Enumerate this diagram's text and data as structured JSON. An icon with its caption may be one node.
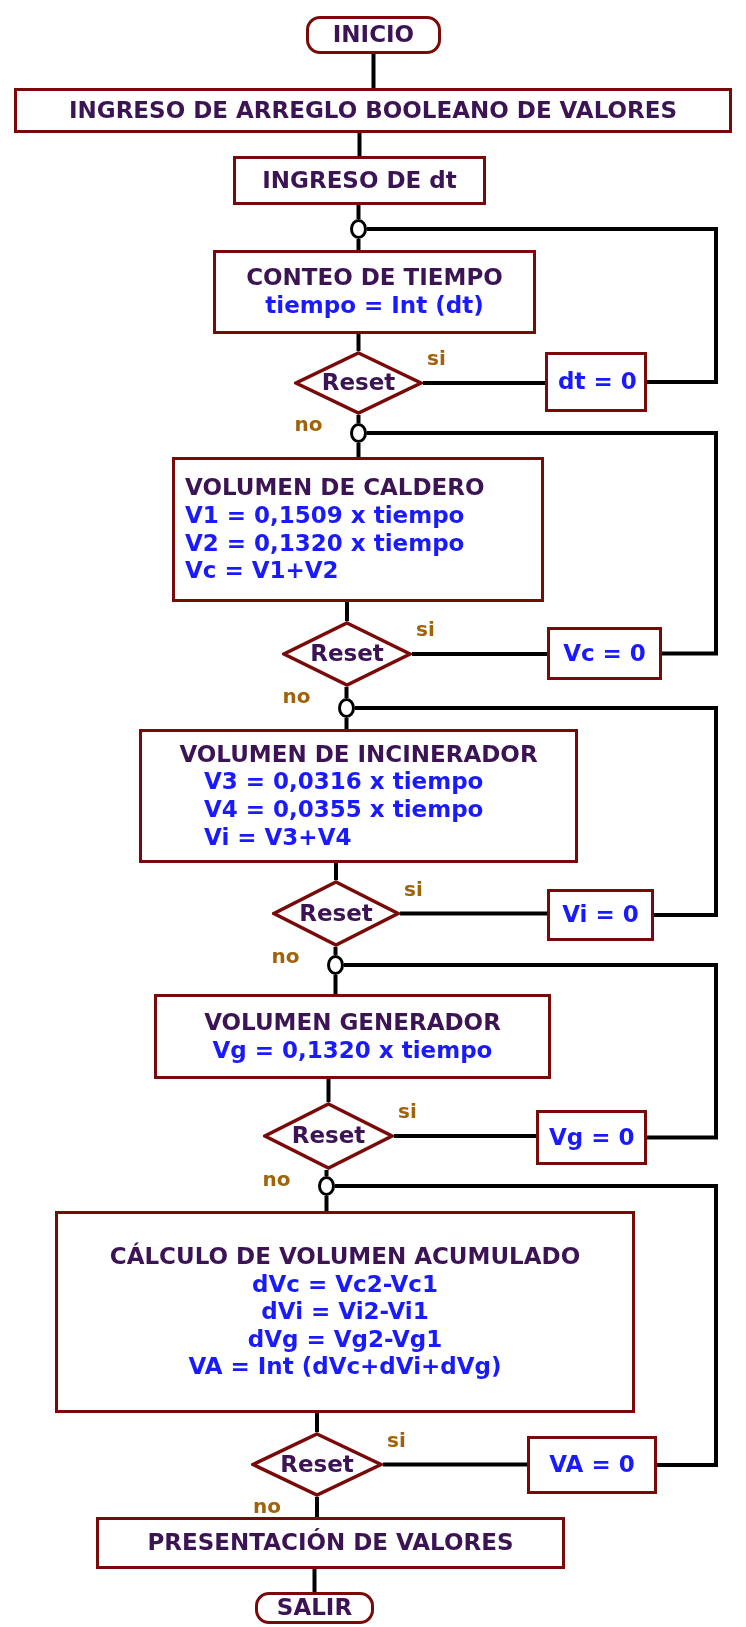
{
  "diagram": {
    "nodes": [
      {
        "text": [
          "INICIO"
        ]
      },
      {
        "text": [
          "INGRESO DE ARREGLO BOOLEANO DE VALORES"
        ]
      },
      {
        "text": [
          "INGRESO DE dt"
        ]
      },
      {
        "text": [],
        "shape": "circle"
      },
      {
        "text": [
          "CONTEO DE TIEMPO",
          "tiempo = Int (dt)"
        ]
      },
      {
        "text": [
          "Reset"
        ]
      },
      {
        "text": [
          "dt = 0"
        ]
      },
      {
        "text": [],
        "shape": "circle"
      },
      {
        "text": [
          "VOLUMEN DE CALDERO",
          "V1 = 0,1509 x tiempo",
          "V2 = 0,1320 x tiempo",
          "Vc = V1+V2"
        ]
      },
      {
        "text": [
          "Reset"
        ]
      },
      {
        "text": [
          "Vc = 0"
        ]
      },
      {
        "text": [],
        "shape": "circle"
      },
      {
        "text": [
          "VOLUMEN DE INCINERADOR",
          "V3 = 0,0316 x tiempo",
          "V4 = 0,0355 x tiempo",
          "Vi = V3+V4"
        ]
      },
      {
        "text": [
          "Reset"
        ]
      },
      {
        "text": [
          "Vi = 0"
        ]
      },
      {
        "text": [],
        "shape": "circle"
      },
      {
        "text": [
          "VOLUMEN GENERADOR",
          "Vg = 0,1320 x tiempo"
        ]
      },
      {
        "text": [
          "Reset"
        ]
      },
      {
        "text": [
          "Vg = 0"
        ]
      },
      {
        "text": [],
        "shape": "circle"
      },
      {
        "text": [
          "CÁLCULO DE VOLUMEN ACUMULADO",
          "dVc = Vc2-Vc1",
          "dVi = Vi2-Vi1",
          "dVg = Vg2-Vg1",
          "VA = Int (dVc+dVi+dVg)"
        ]
      },
      {
        "text": [
          "Reset"
        ]
      },
      {
        "text": [
          "VA = 0"
        ]
      },
      {
        "text": [
          "PRESENTACIÓN DE VALORES"
        ]
      },
      {
        "text": [
          "SALIR"
        ]
      }
    ],
    "edges": [
      {
        "from": 0,
        "to": 1,
        "arrow": "none"
      },
      {
        "from": 1,
        "to": 2,
        "arrow": "none"
      },
      {
        "from": 2,
        "to": 3,
        "arrow": "none"
      },
      {
        "from": 3,
        "to": 4,
        "arrow": "none"
      },
      {
        "from": 4,
        "to": 5,
        "arrow": "none"
      },
      {
        "from": 5,
        "to": 6,
        "arrow": "none",
        "label": "si"
      },
      {
        "from": 6,
        "to": 3,
        "arrow": "none"
      },
      {
        "from": 5,
        "to": 7,
        "arrow": "none",
        "label": "no"
      },
      {
        "from": 7,
        "to": 8,
        "arrow": "none"
      },
      {
        "from": 8,
        "to": 9,
        "arrow": "none"
      },
      {
        "from": 9,
        "to": 10,
        "arrow": "none",
        "label": "si"
      },
      {
        "from": 10,
        "to": 7,
        "arrow": "none"
      },
      {
        "from": 9,
        "to": 11,
        "arrow": "none",
        "label": "no"
      },
      {
        "from": 11,
        "to": 12,
        "arrow": "none"
      },
      {
        "from": 12,
        "to": 13,
        "arrow": "none"
      },
      {
        "from": 13,
        "to": 14,
        "arrow": "none",
        "label": "si"
      },
      {
        "from": 14,
        "to": 11,
        "arrow": "none"
      },
      {
        "from": 13,
        "to": 15,
        "arrow": "none",
        "label": "no"
      },
      {
        "from": 15,
        "to": 16,
        "arrow": "none"
      },
      {
        "from": 16,
        "to": 17,
        "arrow": "none"
      },
      {
        "from": 17,
        "to": 18,
        "arrow": "none",
        "label": "si"
      },
      {
        "from": 18,
        "to": 15,
        "arrow": "none"
      },
      {
        "from": 17,
        "to": 19,
        "arrow": "none",
        "label": "no"
      },
      {
        "from": 19,
        "to": 20,
        "arrow": "none"
      },
      {
        "from": 20,
        "to": 21,
        "arrow": "none"
      },
      {
        "from": 21,
        "to": 22,
        "arrow": "none",
        "label": "si"
      },
      {
        "from": 22,
        "to": 19,
        "arrow": "none"
      },
      {
        "from": 21,
        "to": 23,
        "arrow": "none",
        "label": "no"
      },
      {
        "from": 23,
        "to": 24,
        "arrow": "none"
      }
    ]
  }
}
